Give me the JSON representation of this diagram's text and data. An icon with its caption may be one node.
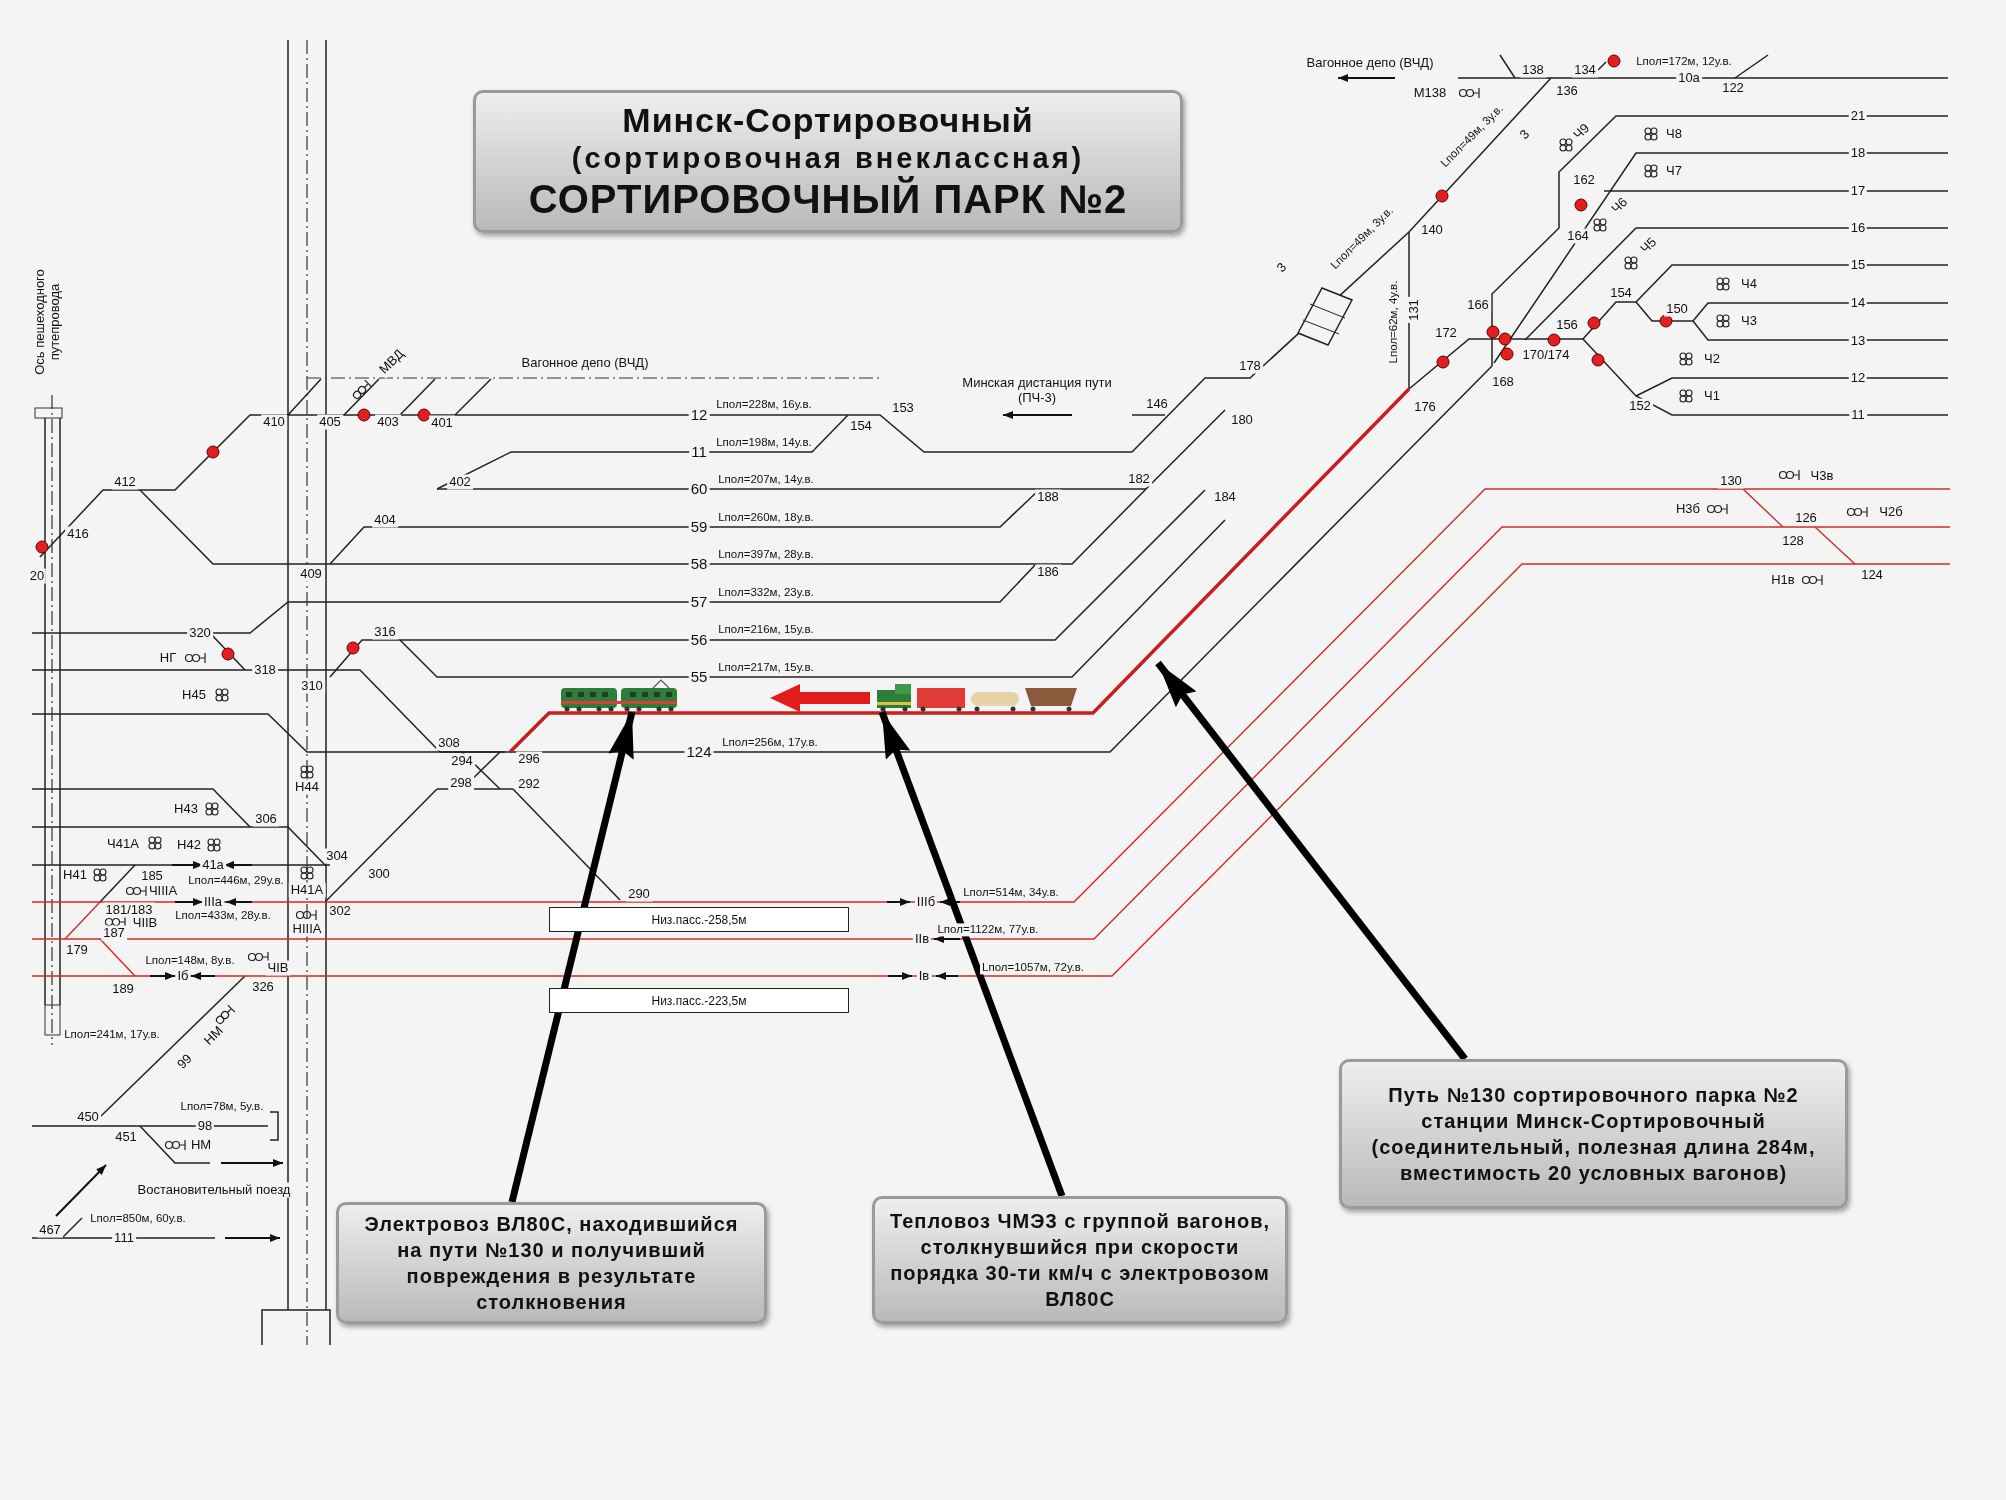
{
  "diagram": {
    "nodes": [
      {
        "text": [
          "Минск-Сортировочный",
          "(сортировочная внеклассная)",
          "СОРТИРОВОЧНЫЙ ПАРК №2"
        ]
      },
      {
        "text": [
          "Электровоз ВЛ80С, находившийся на пути №130 и получивший повреждения в результате столкновения"
        ]
      },
      {
        "text": [
          "Тепловоз ЧМЭ3 с группой вагонов, столкнувшийся при скорости порядка 30-ти км/ч с электровозом ВЛ80С"
        ]
      },
      {
        "text": [
          "Путь №130 сортировочного парка №2 станции Минск-Сортировочный (соединительный, полезная длина 284м, вместимость 20 условных вагонов)"
        ]
      },
      {
        "text": [
          "Низ.пасс.-258,5м"
        ]
      },
      {
        "text": [
          "Низ.пасс.-223,5м"
        ]
      },
      {
        "text": [],
        "shape": "picture"
      },
      {
        "text": [],
        "shape": "picture"
      }
    ],
    "edges": [
      {
        "from": 1,
        "to": 6,
        "arrow": "to"
      },
      {
        "from": 2,
        "to": 7,
        "arrow": "to"
      },
      {
        "from": 3,
        "to": null,
        "arrow": "to"
      }
    ],
    "labels": [
      "Ось пешеходного путепровода",
      "МВД",
      "Вагонное депо (ВЧД)",
      "410",
      "405",
      "403",
      "401",
      "12",
      "Lпол=228м, 16у.в.",
      "154",
      "153",
      "Минская дистанция пути (ПЧ-3)",
      "146",
      "178",
      "180",
      "11",
      "Lпол=198м, 14у.в.",
      "412",
      "402",
      "60",
      "Lпол=207м, 14у.в.",
      "182",
      "188",
      "184",
      "404",
      "59",
      "Lпол=260м, 18у.в.",
      "416",
      "20",
      "409",
      "58",
      "Lпол=397м, 28у.в.",
      "186",
      "57",
      "Lпол=332м, 23у.в.",
      "320",
      "316",
      "56",
      "Lпол=216м, 15у.в.",
      "НГ",
      "318",
      "310",
      "55",
      "Lпол=217м, 15у.в.",
      "Н45",
      "308",
      "124",
      "Lпол=256м, 17у.в.",
      "294",
      "296",
      "Н44",
      "298",
      "292",
      "Н43",
      "306",
      "Ч41А",
      "Н42",
      "304",
      "Н41",
      "185",
      "41а",
      "Lпол=446м, 29у.в.",
      "300",
      "ЧIIIА",
      "Н41А",
      "290",
      "Lпол=514м, 34у.в.",
      "181/183",
      "IIIа",
      "302",
      "IIIб",
      "187",
      "ЧIIВ",
      "Lпол=433м, 28у.в.",
      "НIIIА",
      "Lпол=1122м, 77у.в.",
      "179",
      "IIв",
      "Lпол=148м, 8у.в.",
      "Iб",
      "ЧIВ",
      "Iв",
      "Lпол=1057м, 72у.в.",
      "189",
      "326",
      "НМ",
      "Lпол=241м, 17у.в.",
      "99",
      "Lпол=78м, 5у.в.",
      "450",
      "98",
      "451",
      "НМ",
      "Востановительный поезд",
      "Lпол=850м, 60у.в.",
      "467",
      "111",
      "Вагонное депо (ВЧД)",
      "Lпол=172м, 12у.в.",
      "138",
      "134",
      "10а",
      "136",
      "122",
      "М138",
      "21",
      "Ч9",
      "Ч8",
      "Lпол=49м, 3у.в.",
      "18",
      "3",
      "Ч7",
      "162",
      "17",
      "Ч6",
      "140",
      "164",
      "16",
      "3",
      "Lпол=49м, 3у.в.",
      "Ч5",
      "15",
      "Ч4",
      "131",
      "166",
      "154",
      "150",
      "14",
      "Lпол=62м, 4у.в.",
      "172",
      "156",
      "Ч3",
      "13",
      "170/174",
      "Ч2",
      "168",
      "12",
      "176",
      "152",
      "Ч1",
      "11",
      "Ч3в",
      "130",
      "Н3б",
      "Ч2б",
      "126",
      "128",
      "124",
      "Н1в"
    ]
  }
}
